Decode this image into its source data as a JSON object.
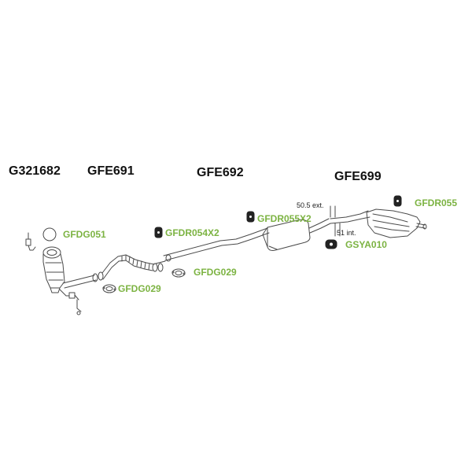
{
  "colors": {
    "accessory_label": "#7cb342",
    "line": "#4a4a4a",
    "rubber": "#222222"
  },
  "part_codes": {
    "catalyst": "G321682",
    "front_pipe": "GFE691",
    "center_silencer": "GFE692",
    "rear_silencer": "GFE699"
  },
  "accessories": {
    "gasket_round": "GFDG051",
    "gasket_front": "GFDG029",
    "gasket_middle": "GFDG029",
    "hanger_front": "GFDR054X2",
    "hanger_middle": "GFDR055X2",
    "hanger_rear": "GFDR055",
    "clamp": "GSYA010"
  },
  "dimensions": {
    "external": "50.5 ext.",
    "internal": "51 int."
  }
}
